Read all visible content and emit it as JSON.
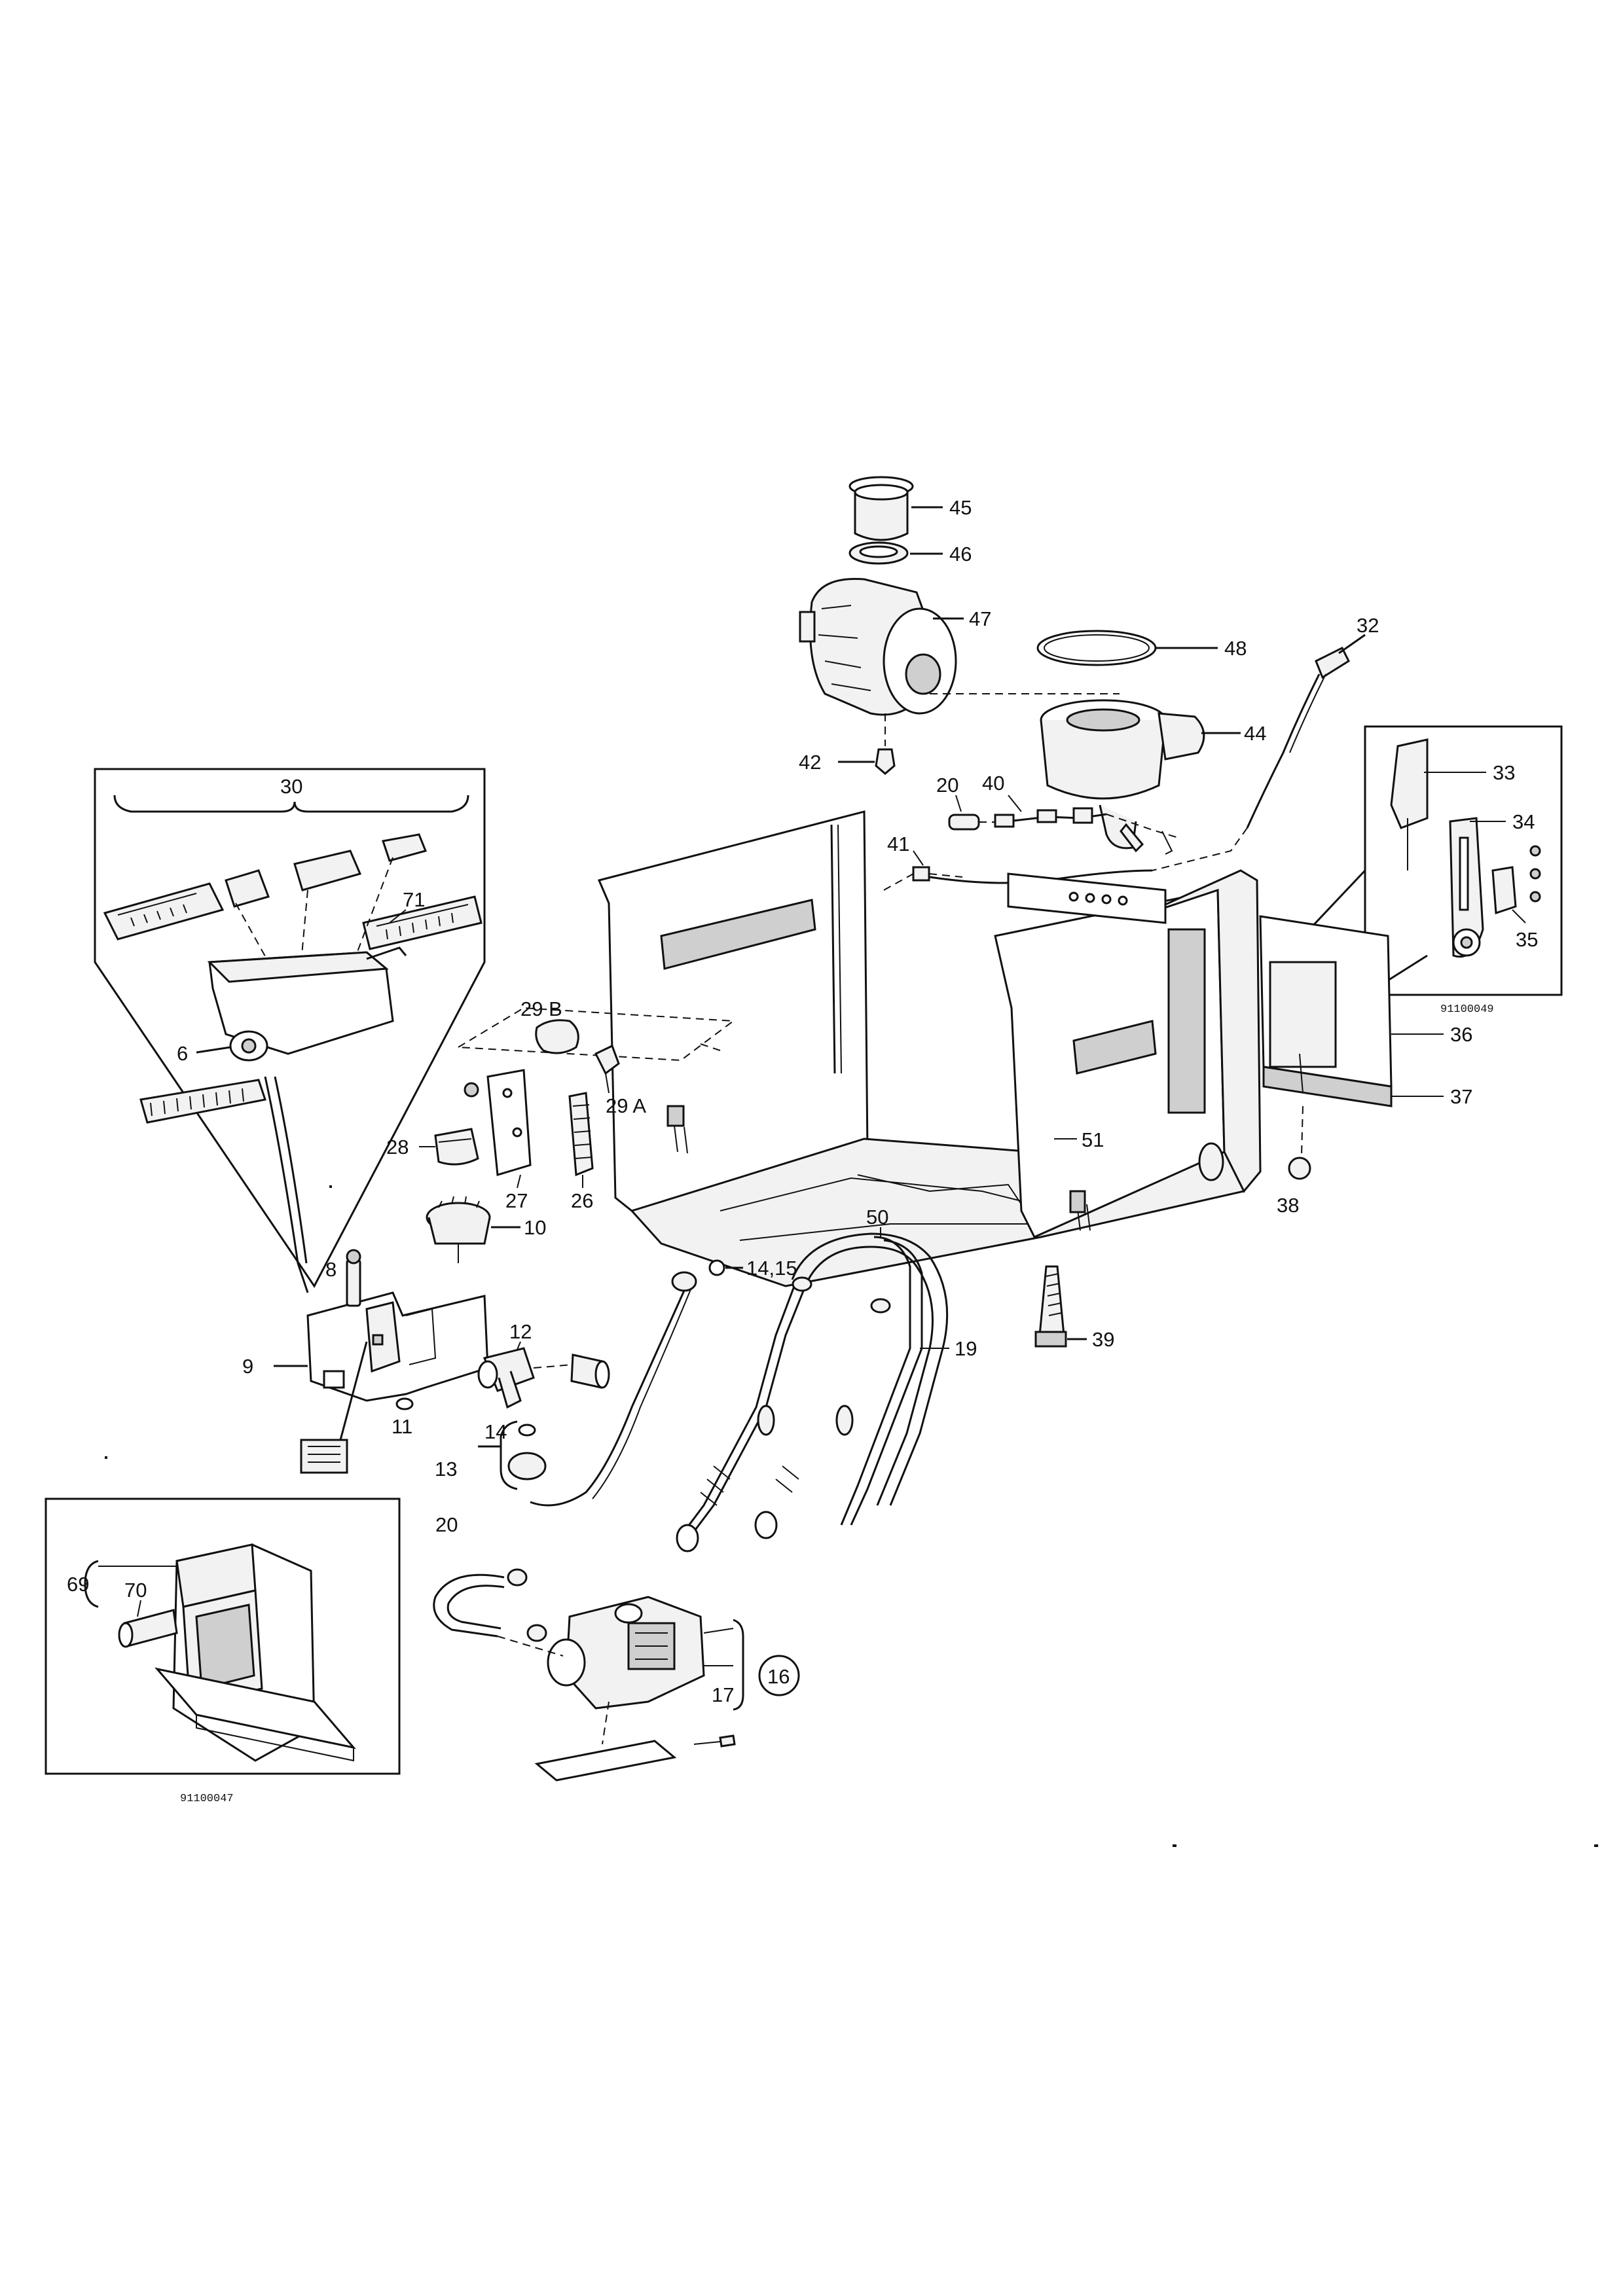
{
  "diagram": {
    "kind": "exploded-parts-drawing",
    "line_color": "#111111",
    "background": "#ffffff",
    "callouts": [
      {
        "id": "c45",
        "label": "45"
      },
      {
        "id": "c46",
        "label": "46"
      },
      {
        "id": "c47",
        "label": "47"
      },
      {
        "id": "c48",
        "label": "48"
      },
      {
        "id": "c44",
        "label": "44"
      },
      {
        "id": "c42",
        "label": "42"
      },
      {
        "id": "c32",
        "label": "32"
      },
      {
        "id": "c20a",
        "label": "20"
      },
      {
        "id": "c40",
        "label": "40"
      },
      {
        "id": "c41",
        "label": "41"
      },
      {
        "id": "c33",
        "label": "33"
      },
      {
        "id": "c34",
        "label": "34"
      },
      {
        "id": "c35",
        "label": "35"
      },
      {
        "id": "c36",
        "label": "36"
      },
      {
        "id": "c37",
        "label": "37"
      },
      {
        "id": "c38",
        "label": "38"
      },
      {
        "id": "c39",
        "label": "39"
      },
      {
        "id": "c51",
        "label": "51"
      },
      {
        "id": "c50",
        "label": "50"
      },
      {
        "id": "c19",
        "label": "19"
      },
      {
        "id": "c1415",
        "label": "14,15"
      },
      {
        "id": "c30",
        "label": "30"
      },
      {
        "id": "c71",
        "label": "71"
      },
      {
        "id": "c6",
        "label": "6"
      },
      {
        "id": "c29b",
        "label": "29 B"
      },
      {
        "id": "c29a",
        "label": "29 A"
      },
      {
        "id": "c28",
        "label": "28"
      },
      {
        "id": "c27",
        "label": "27"
      },
      {
        "id": "c26",
        "label": "26"
      },
      {
        "id": "c8",
        "label": "8"
      },
      {
        "id": "c10",
        "label": "10"
      },
      {
        "id": "c9",
        "label": "9"
      },
      {
        "id": "c11",
        "label": "11"
      },
      {
        "id": "c12",
        "label": "12"
      },
      {
        "id": "c14",
        "label": "14"
      },
      {
        "id": "c13",
        "label": "13"
      },
      {
        "id": "c20b",
        "label": "20"
      },
      {
        "id": "c16",
        "label": "16"
      },
      {
        "id": "c17",
        "label": "17"
      },
      {
        "id": "c69",
        "label": "69"
      },
      {
        "id": "c70",
        "label": "70"
      }
    ],
    "references": [
      {
        "id": "ref-right",
        "label": "91100049"
      },
      {
        "id": "ref-left",
        "label": "91100047"
      }
    ]
  }
}
